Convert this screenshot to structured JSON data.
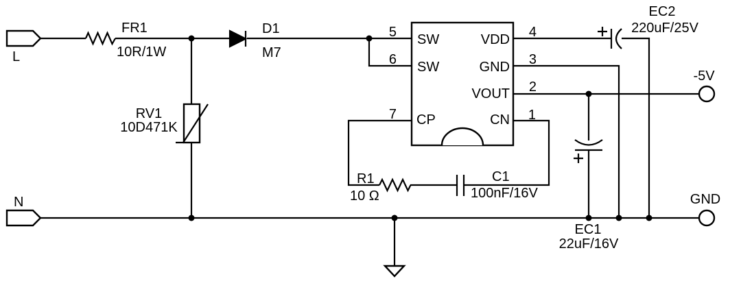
{
  "colors": {
    "ink": "#000000",
    "background": "#ffffff"
  },
  "terminals": {
    "l": "L",
    "n": "N",
    "out_voltage": "-5V",
    "out_ground": "GND"
  },
  "components": {
    "fr1": {
      "ref": "FR1",
      "value": "10R/1W"
    },
    "d1": {
      "ref": "D1",
      "value": "M7"
    },
    "rv1": {
      "ref": "RV1",
      "value": "10D471K"
    },
    "r1": {
      "ref": "R1",
      "value": "10 Ω"
    },
    "c1": {
      "ref": "C1",
      "value": "100nF/16V"
    },
    "ec1": {
      "ref": "EC1",
      "value": "22uF/16V"
    },
    "ec2": {
      "ref": "EC2",
      "value": "220uF/25V"
    }
  },
  "ic": {
    "pins_left": [
      {
        "num": "5",
        "name": "SW"
      },
      {
        "num": "6",
        "name": "SW"
      },
      {
        "num": "7",
        "name": "CP"
      }
    ],
    "pins_right": [
      {
        "num": "4",
        "name": "VDD"
      },
      {
        "num": "3",
        "name": "GND"
      },
      {
        "num": "2",
        "name": "VOUT"
      },
      {
        "num": "1",
        "name": "CN"
      }
    ]
  }
}
